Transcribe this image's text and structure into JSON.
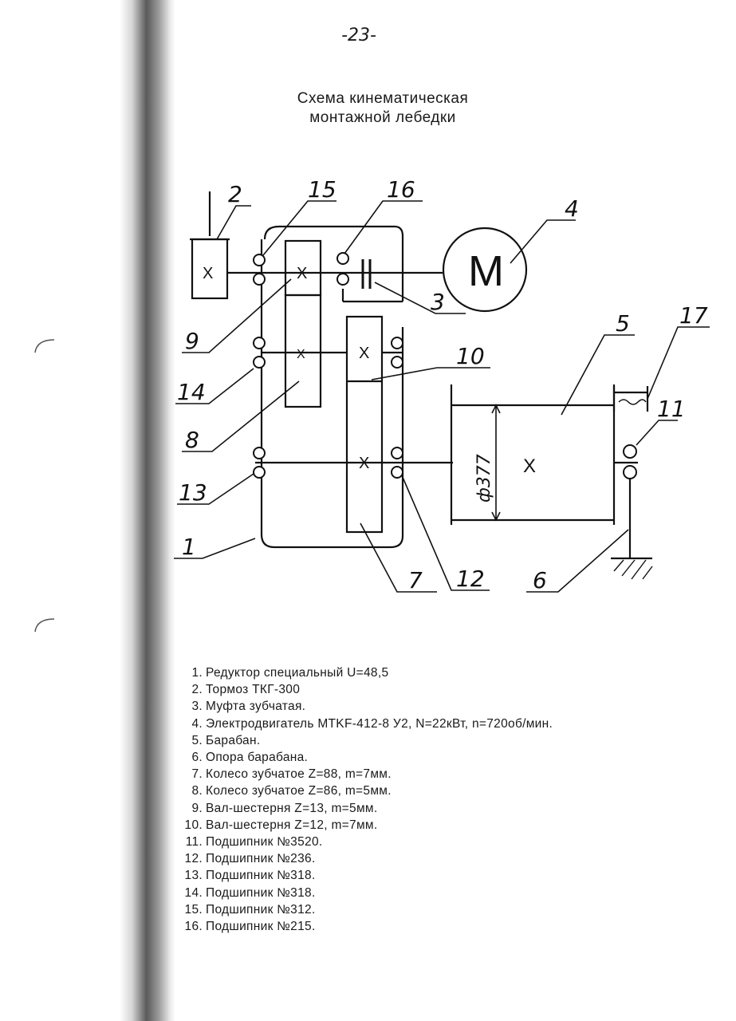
{
  "page_number": "-23-",
  "title": {
    "line1": "Схема кинематическая",
    "line2": "монтажной лебедки"
  },
  "diagram": {
    "callouts": [
      "1",
      "2",
      "3",
      "4",
      "5",
      "6",
      "7",
      "8",
      "9",
      "10",
      "11",
      "12",
      "13",
      "14",
      "15",
      "16",
      "17"
    ],
    "motor_symbol": "M",
    "shaft_mark": "X",
    "drum_diameter": "ф377"
  },
  "legend": [
    {
      "num": "1.",
      "text": "Редуктор  специальный  U=48,5"
    },
    {
      "num": "2.",
      "text": "Тормоз  ТКГ-300"
    },
    {
      "num": "3.",
      "text": "Муфта  зубчатая."
    },
    {
      "num": "4.",
      "text": "Электродвигатель  MTKF-412-8 У2, N=22кВт, n=720об/мин."
    },
    {
      "num": "5.",
      "text": "Барабан."
    },
    {
      "num": "6.",
      "text": "Опора  барабана."
    },
    {
      "num": "7.",
      "text": "Колесо  зубчатое  Z=88,  m=7мм."
    },
    {
      "num": "8.",
      "text": "Колесо  зубчатое  Z=86,  m=5мм."
    },
    {
      "num": "9.",
      "text": "Вал-шестерня  Z=13,  m=5мм."
    },
    {
      "num": "10.",
      "text": "Вал-шестерня  Z=12,  m=7мм."
    },
    {
      "num": "11.",
      "text": "Подшипник  №3520."
    },
    {
      "num": "12.",
      "text": "Подшипник  №236."
    },
    {
      "num": "13.",
      "text": "Подшипник  №318."
    },
    {
      "num": "14.",
      "text": "Подшипник  №318."
    },
    {
      "num": "15.",
      "text": "Подшипник  №312."
    },
    {
      "num": "16.",
      "text": "Подшипник  №215."
    }
  ]
}
